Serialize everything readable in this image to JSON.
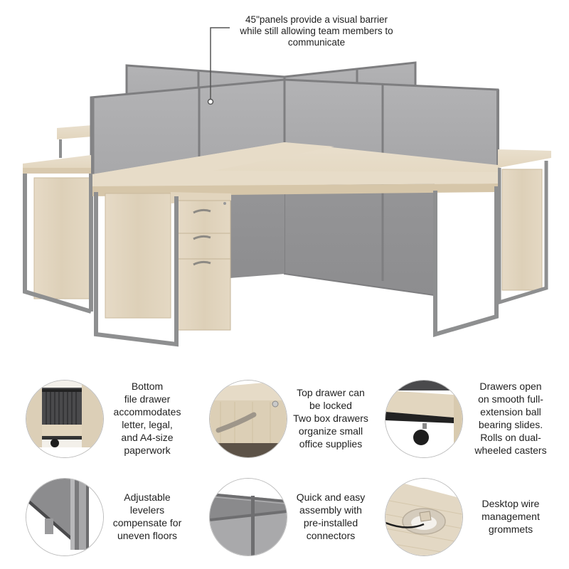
{
  "product": {
    "description": "4-person L-shaped cubicle workstation with 45\" panels, mobile file cabinets, gray metal frame and natural elm/light wood desktops",
    "colors": {
      "panel_gray": "#a9a9ab",
      "panel_dark": "#8f8f91",
      "frame_gray": "#8e8f90",
      "wood_light": "#e3d6c0",
      "wood_edge": "#d7c7ab",
      "text": "#222222",
      "background": "#ffffff"
    }
  },
  "hero_callout": {
    "text_line1": "45\"panels provide a visual barrier",
    "text_line2": "while still allowing team members to",
    "text_line3": "communicate"
  },
  "features": [
    {
      "icon": "file-drawer-closeup",
      "lines": [
        "Bottom",
        "file drawer",
        "accommodates",
        "letter, legal,",
        "and A4-size",
        "paperwork"
      ]
    },
    {
      "icon": "drawer-lock-handle-closeup",
      "lines": [
        "Top drawer can",
        "be locked",
        "Two box drawers",
        "organize small",
        "office supplies"
      ]
    },
    {
      "icon": "ball-bearing-slide-caster-closeup",
      "lines": [
        "Drawers open",
        "on smooth full-",
        "extension ball",
        "bearing slides.",
        "Rolls on dual-",
        "wheeled casters"
      ]
    },
    {
      "icon": "adjustable-leveler-closeup",
      "lines": [
        "Adjustable",
        "levelers",
        "compensate for",
        "uneven floors"
      ]
    },
    {
      "icon": "panel-connector-closeup",
      "lines": [
        "Quick and easy",
        "assembly with",
        "pre-installed",
        "connectors"
      ]
    },
    {
      "icon": "wire-grommet-closeup",
      "lines": [
        "Desktop wire",
        "management",
        "grommets"
      ]
    }
  ]
}
